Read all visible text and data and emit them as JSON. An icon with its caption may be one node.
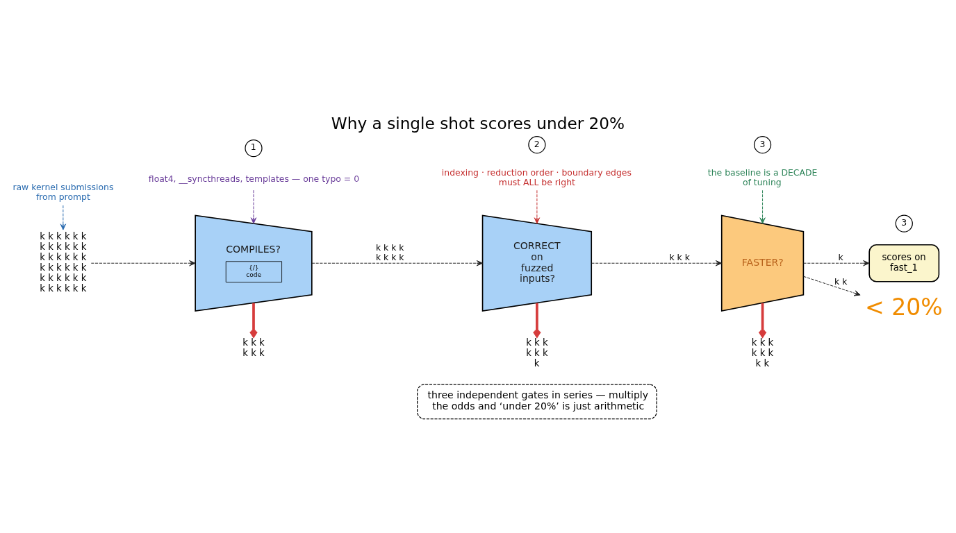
{
  "diagram": {
    "title": "Why a single shot scores under 20%",
    "nodes": [
      {
        "text": [
          "float4, __syncthreads, templates — one typo = 0"
        ]
      },
      {
        "text": [
          "raw kernel submissions from prompt"
        ]
      },
      {
        "text": [
          "indexing · reduction order · boundary edges must ALL be right"
        ]
      },
      {
        "text": [
          "1"
        ]
      },
      {
        "text": [
          "2"
        ]
      },
      {
        "text": [
          "the baseline is a DECADE of tuning"
        ]
      },
      {
        "text": [
          "3"
        ]
      },
      {
        "text": [
          "k k k k k k k k k k k k k k k k k k k k k k k k k k k k k k k k k k k k"
        ]
      },
      {
        "text": [
          "COMPILES?",
          "{/} code"
        ]
      },
      {
        "text": [
          "CORRECT on fuzzed inputs?"
        ]
      },
      {
        "text": [
          "FASTER?"
        ]
      },
      {
        "text": [
          "3"
        ]
      },
      {
        "text": [
          "scores on fast_1"
        ]
      },
      {
        "text": [
          "< 20%"
        ]
      },
      {
        "text": [
          "k k k k k k"
        ]
      },
      {
        "text": [
          "k k k k k k k"
        ]
      },
      {
        "text": [
          "k k k k k k k k"
        ]
      },
      {
        "text": [
          "three independent gates in series — multiply the odds and ‘under 20%’ is just arithmetic"
        ]
      }
    ],
    "edges": [
      {
        "from": 1,
        "to": 7,
        "arrow": "to",
        "style": "dashed",
        "color": "#2b6cb0"
      },
      {
        "from": 7,
        "to": 8,
        "arrow": "to",
        "style": "dashed"
      },
      {
        "from": 0,
        "to": 8,
        "arrow": "to",
        "style": "dashed",
        "color": "#6a3d9a"
      },
      {
        "from": 8,
        "to": 9,
        "arrow": "to",
        "style": "dashed",
        "label": "k k k k k k k k"
      },
      {
        "from": 8,
        "to": 14,
        "arrow": "to",
        "style": "thick",
        "color": "#d63c3c"
      },
      {
        "from": 2,
        "to": 9,
        "arrow": "to",
        "style": "dashed",
        "color": "#c53030"
      },
      {
        "from": 9,
        "to": 10,
        "arrow": "to",
        "style": "dashed",
        "label": "k k k"
      },
      {
        "from": 9,
        "to": 15,
        "arrow": "to",
        "style": "thick",
        "color": "#d63c3c"
      },
      {
        "from": 5,
        "to": 10,
        "arrow": "to",
        "style": "dashed",
        "color": "#2f855a"
      },
      {
        "from": 10,
        "to": 12,
        "arrow": "to",
        "style": "dashed",
        "label": "k"
      },
      {
        "from": 10,
        "to": 13,
        "arrow": "to",
        "style": "dashed",
        "label": "k k"
      },
      {
        "from": 10,
        "to": 16,
        "arrow": "to",
        "style": "thick",
        "color": "#d63c3c"
      }
    ]
  }
}
